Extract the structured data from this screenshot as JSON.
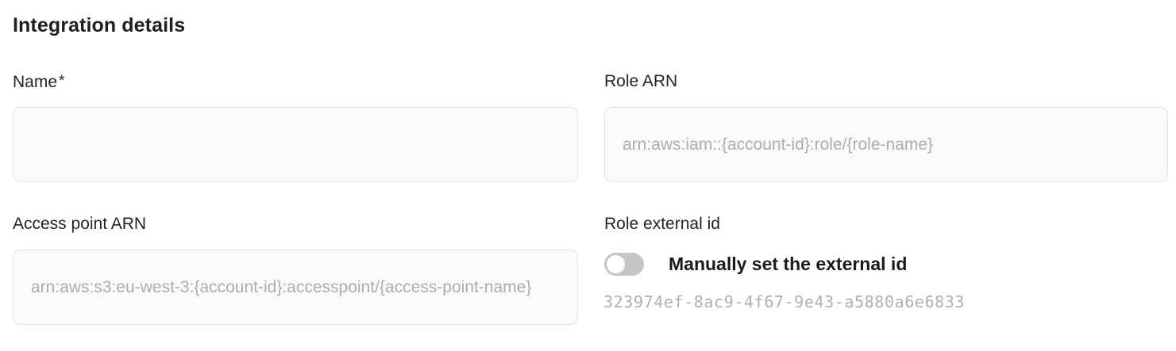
{
  "section": {
    "title": "Integration details"
  },
  "fields": {
    "name": {
      "label": "Name",
      "required_marker": "*",
      "value": "",
      "placeholder": ""
    },
    "role_arn": {
      "label": "Role ARN",
      "value": "",
      "placeholder": "arn:aws:iam::{account-id}:role/{role-name}"
    },
    "access_point_arn": {
      "label": "Access point ARN",
      "value": "",
      "placeholder": "arn:aws:s3:eu-west-3:{account-id}:accesspoint/{access-point-name}"
    },
    "role_external_id": {
      "label": "Role external id",
      "toggle_label": "Manually set the external id",
      "toggle_state": "off",
      "value": "323974ef-8ac9-4f67-9e43-a5880a6e6833"
    }
  },
  "colors": {
    "page_background": "#ffffff",
    "field_background": "#fafafa",
    "field_border": "#e3e3e3",
    "text_primary": "#212121",
    "placeholder": "#adadad",
    "toggle_track_off": "#c6c6c6",
    "toggle_knob": "#ffffff",
    "external_id_text": "#b0b0b0"
  }
}
